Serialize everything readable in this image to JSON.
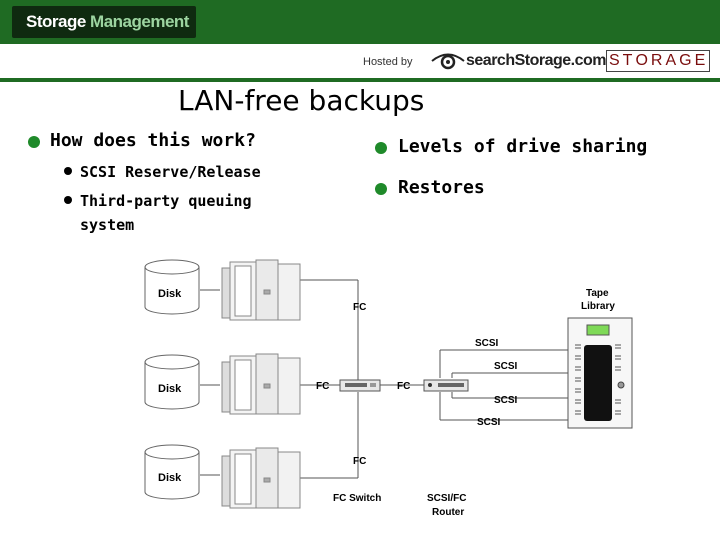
{
  "header": {
    "brand_part1": "Storage",
    "brand_part2": "Management",
    "hosted_label": "Hosted by",
    "site_name": "searchStorage.com",
    "logo_letters": [
      "S",
      "T",
      "O",
      "R",
      "A",
      "G",
      "E"
    ]
  },
  "slide": {
    "title": "LAN-free backups",
    "left_bullets": [
      {
        "text": "How does this work?",
        "sub": [
          "SCSI Reserve/Release",
          "Third-party queuing system"
        ]
      }
    ],
    "right_bullets": [
      "Levels of drive sharing",
      "Restores"
    ]
  },
  "diagram": {
    "disk_label": "Disk",
    "fc_label": "FC",
    "scsi_label": "SCSI",
    "fc_switch_label": "FC Switch",
    "router_label_line1": "SCSI/FC",
    "router_label_line2": "Router",
    "tape_label_line1": "Tape",
    "tape_label_line2": "Library"
  },
  "colors": {
    "header_green": "#1f6b23",
    "bullet_green": "#1f8a2a",
    "logo_red": "#7a0d0d"
  }
}
